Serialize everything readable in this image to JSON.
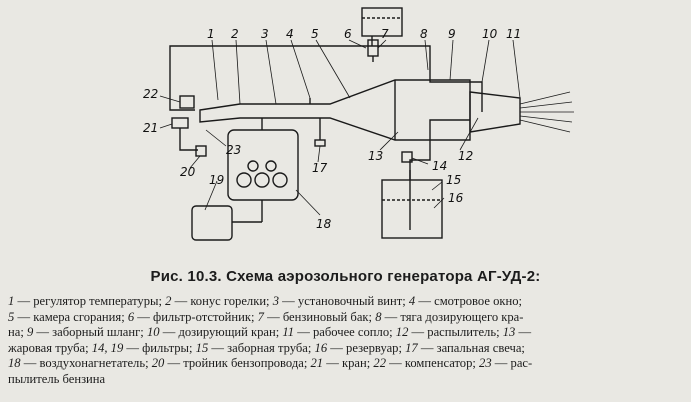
{
  "figure": {
    "caption": "Рис. 10.3. Схема аэрозольного генератора АГ-УД-2:",
    "part_numbers": [
      "1",
      "2",
      "3",
      "4",
      "5",
      "6",
      "7",
      "8",
      "9",
      "10",
      "11",
      "12",
      "13",
      "14",
      "15",
      "16",
      "17",
      "18",
      "19",
      "20",
      "21",
      "22",
      "23"
    ]
  },
  "legend": {
    "l1": [
      "1",
      " — регулятор температуры; ",
      "2",
      " — конус горелки; ",
      "3",
      " — установочный винт; ",
      "4",
      " — смотровое окно;"
    ],
    "l2": [
      "5",
      " — камера сгорания; ",
      "6",
      " — фильтр-отстойник; ",
      "7",
      " — бензиновый бак; ",
      "8",
      " — тяга дозирующего кра-"
    ],
    "l3": [
      "на; ",
      "9",
      " — заборный шланг; ",
      "10",
      " — дозирующий кран; ",
      "11",
      " — рабочее сопло; ",
      "12",
      " — распылитель; ",
      "13",
      " —"
    ],
    "l4": [
      "жаровая труба; ",
      "14, 19",
      " — фильтры; ",
      "15",
      " — заборная труба; ",
      "16",
      " — резервуар; ",
      "17",
      " — запальная свеча;"
    ],
    "l5": [
      "18",
      " — воздухонагнетатель; ",
      "20",
      " — тройник бензопровода; ",
      "21",
      " — кран; ",
      "22",
      " — компенсатор; ",
      "23",
      " — рас-"
    ],
    "l6": [
      "пылитель бензина"
    ]
  }
}
